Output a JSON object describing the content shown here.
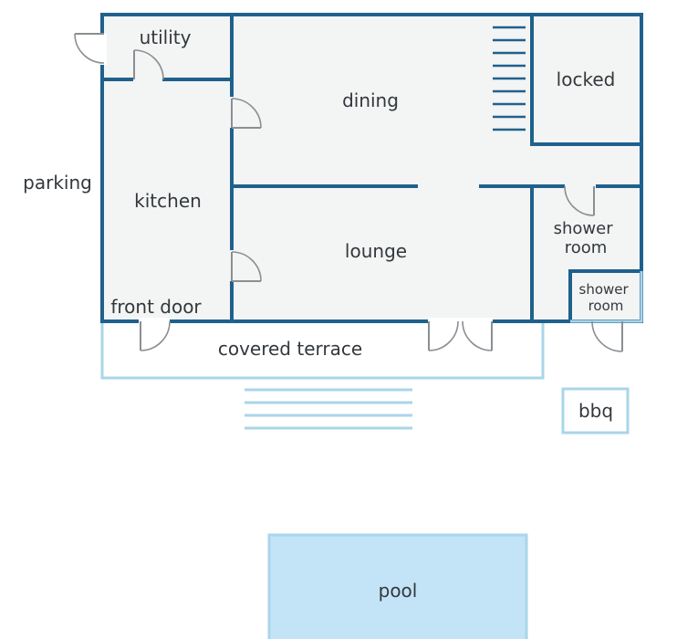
{
  "rooms": {
    "utility": "utility",
    "dining": "dining",
    "locked": "locked",
    "kitchen": "kitchen",
    "lounge": "lounge",
    "shower_room_large": [
      "shower",
      "room"
    ],
    "shower_room_small": [
      "shower",
      "room"
    ],
    "front_door": "front door",
    "covered_terrace": "covered terrace",
    "parking": "parking",
    "bbq": "bbq",
    "pool": "pool"
  },
  "colors": {
    "wall": "#1f618d",
    "light_wall": "#a9d6ea",
    "floor": "#f3f4f4",
    "pool_fill": "#c3e3f7",
    "pool_border": "#a9d6ea",
    "door": "#8a8f94",
    "text": "#33383d"
  }
}
